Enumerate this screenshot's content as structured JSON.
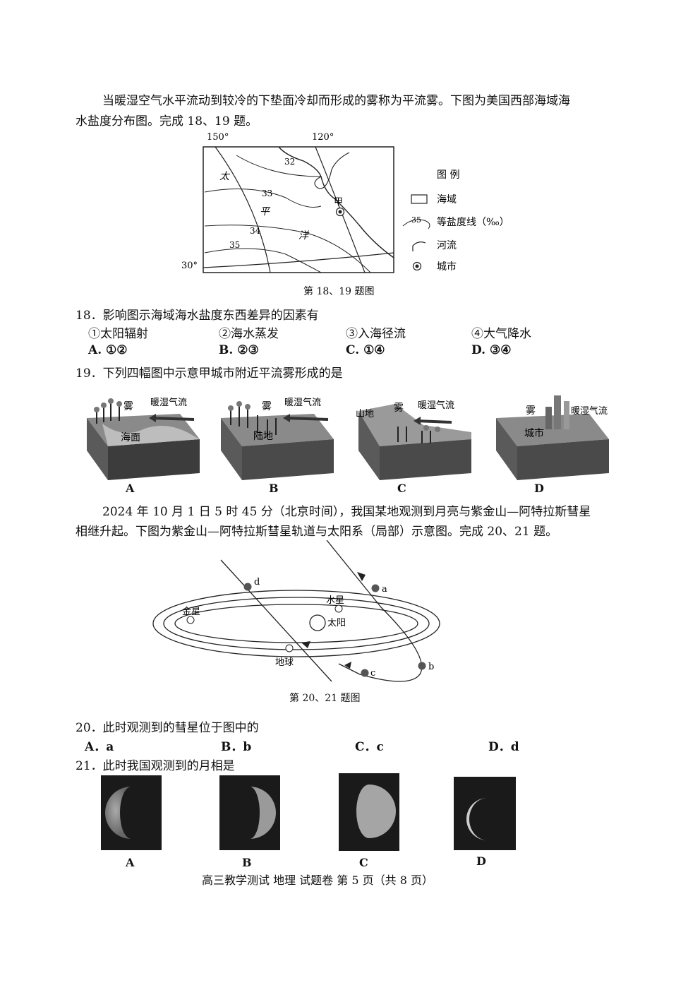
{
  "intro1": {
    "line1": "当暖湿空气水平流动到较冷的下垫面冷却而形成的雾称为平流雾。下图为美国西部海域海",
    "line2": "水盐度分布图。完成 18、19 题。"
  },
  "map": {
    "lon150": "150°",
    "lon120": "120°",
    "lat30": "30°",
    "iso32": "32",
    "iso33": "33",
    "iso34": "34",
    "iso35": "35",
    "ocean1": "太",
    "ocean2": "平",
    "ocean3": "洋",
    "city": "甲",
    "legend": {
      "title": "图 例",
      "sea": "海域",
      "iso_value": "35",
      "isohaline": "等盐度线（‰）",
      "river": "河流",
      "city": "城市"
    },
    "caption": "第 18、19 题图"
  },
  "q18": {
    "stem": "18．影响图示海域海水盐度东西差异的因素有",
    "items": [
      "①太阳辐射",
      "②海水蒸发",
      "③入海径流",
      "④大气降水"
    ],
    "options": [
      "A. ①②",
      "B. ②③",
      "C. ①④",
      "D. ③④"
    ]
  },
  "q19": {
    "stem": "19．下列四幅图中示意甲城市附近平流雾形成的是",
    "diagrams": [
      {
        "fog": "雾",
        "flow": "暖湿气流",
        "surface": "海面"
      },
      {
        "fog": "雾",
        "flow": "暖湿气流",
        "surface": "陆地"
      },
      {
        "fog": "雾",
        "flow": "暖湿气流",
        "mountain": "山地"
      },
      {
        "fog": "雾",
        "flow": "暖湿气流",
        "surface": "城市"
      }
    ],
    "options": [
      "A",
      "B",
      "C",
      "D"
    ]
  },
  "intro2": {
    "line1": "2024 年 10 月 1 日 5 时 45 分（北京时间），我国某地观测到月亮与紫金山—阿特拉斯彗星",
    "line2": "相继升起。下图为紫金山—阿特拉斯彗星轨道与太阳系（局部）示意图。完成 20、21 题。"
  },
  "orbit": {
    "sun": "太阳",
    "mercury": "水星",
    "venus": "金星",
    "earth": "地球",
    "a": "a",
    "b": "b",
    "c": "c",
    "d": "d",
    "caption": "第 20、21 题图"
  },
  "q20": {
    "stem": "20．此时观测到的彗星位于图中的",
    "options": [
      "A．a",
      "B．b",
      "C．c",
      "D．d"
    ]
  },
  "q21": {
    "stem": "21．此时我国观测到的月相是",
    "options": [
      "A",
      "B",
      "C",
      "D"
    ]
  },
  "footer": "高三教学测试 地理 试题卷 第 5 页（共 8 页）"
}
